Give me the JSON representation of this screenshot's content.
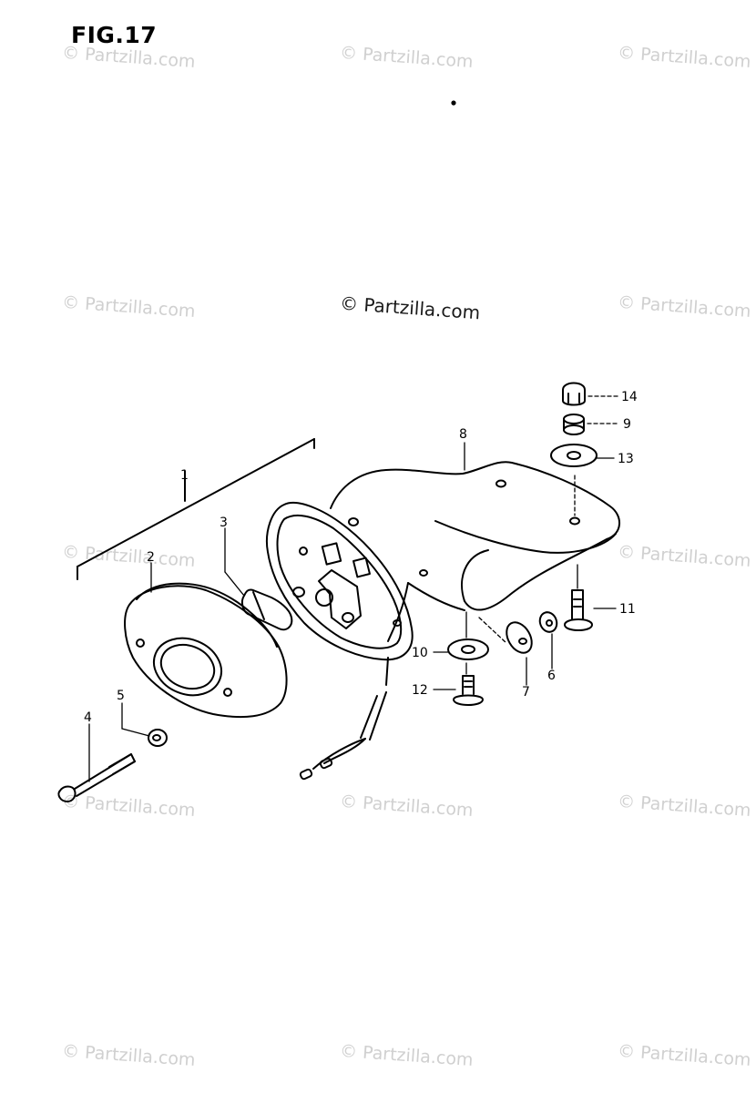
{
  "figure": {
    "title": "FIG.17"
  },
  "watermark": {
    "text": "© Partzilla.com",
    "center_text": "© Partzilla.com"
  },
  "callouts": [
    {
      "id": "c1",
      "label": "1"
    },
    {
      "id": "c2",
      "label": "2"
    },
    {
      "id": "c3",
      "label": "3"
    },
    {
      "id": "c4",
      "label": "4"
    },
    {
      "id": "c5",
      "label": "5"
    },
    {
      "id": "c6",
      "label": "6"
    },
    {
      "id": "c7",
      "label": "7"
    },
    {
      "id": "c8",
      "label": "8"
    },
    {
      "id": "c9",
      "label": "9"
    },
    {
      "id": "c10",
      "label": "10"
    },
    {
      "id": "c11",
      "label": "11"
    },
    {
      "id": "c12",
      "label": "12"
    },
    {
      "id": "c13",
      "label": "13"
    },
    {
      "id": "c14",
      "label": "14"
    }
  ]
}
